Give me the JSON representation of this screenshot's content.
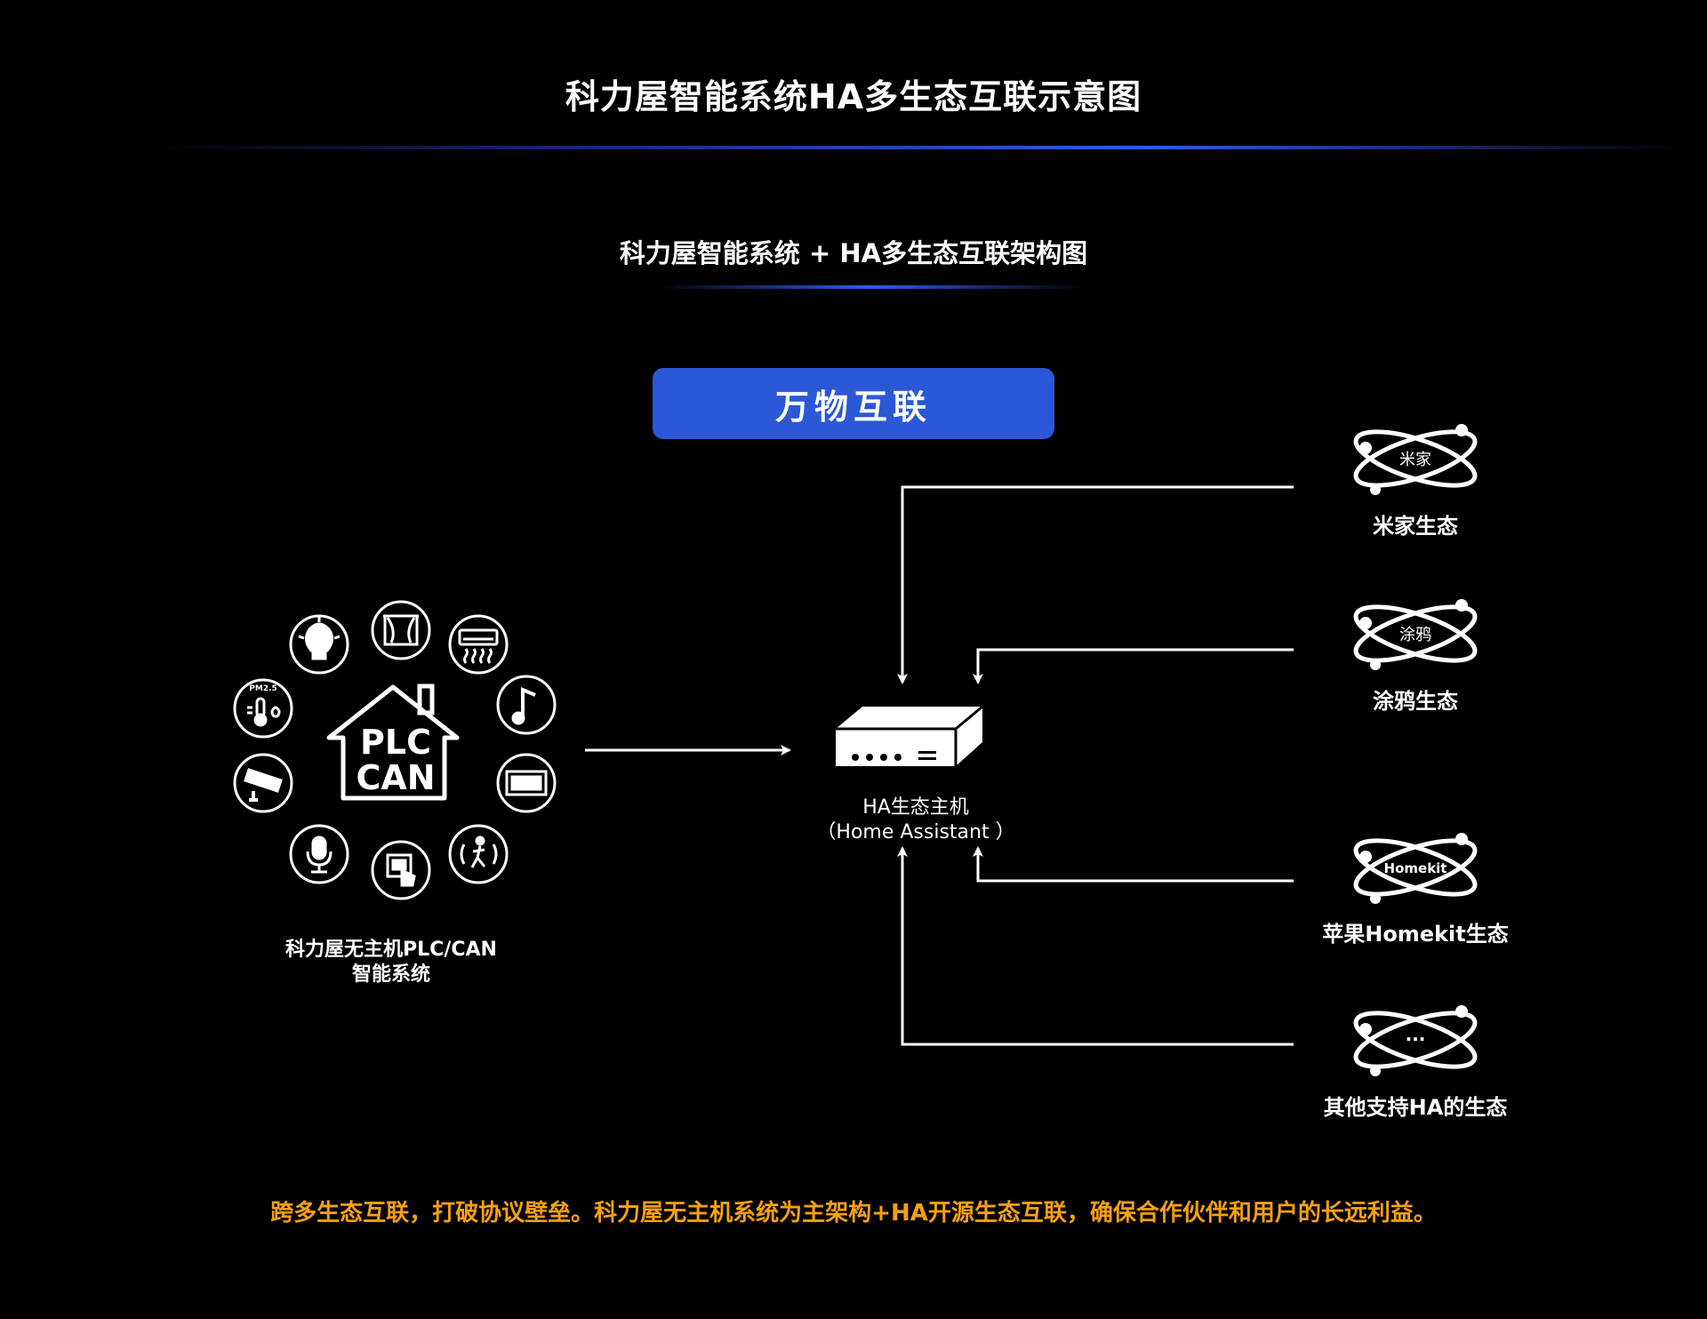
{
  "header": {
    "title": "科力屋智能系统HA多生态互联示意图",
    "subtitle": "科力屋智能系统 + HA多生态互联架构图",
    "accent_color": "#2b58d6"
  },
  "banner": {
    "label": "万物互联"
  },
  "left_system": {
    "house_text_line1": "PLC",
    "house_text_line2": "CAN",
    "pm_label": "PM2.5",
    "caption_line1": "科力屋无主机PLC/CAN",
    "caption_line2": "智能系统",
    "icons": [
      "lightbulb-icon",
      "curtain-icon",
      "air-conditioner-icon",
      "music-note-icon",
      "film-icon",
      "motion-sensor-icon",
      "touch-panel-icon",
      "microphone-icon",
      "camera-icon",
      "thermometer-pm25-icon"
    ]
  },
  "hub": {
    "label_line1": "HA生态主机",
    "label_line2": "（Home  Assistant ）"
  },
  "ecosystems": [
    {
      "orbit_text": "米家",
      "label": "米家生态"
    },
    {
      "orbit_text": "涂鸦",
      "label": "涂鸦生态"
    },
    {
      "orbit_text": "Homekit",
      "label": "苹果Homekit生态"
    },
    {
      "orbit_text": "···",
      "label": "其他支持HA的生态"
    }
  ],
  "footer": {
    "text": "跨多生态互联，打破协议壁垒。科力屋无主机系统为主架构+HA开源生态互联，确保合作伙伴和用户的长远利益。",
    "color": "#f5a010"
  }
}
